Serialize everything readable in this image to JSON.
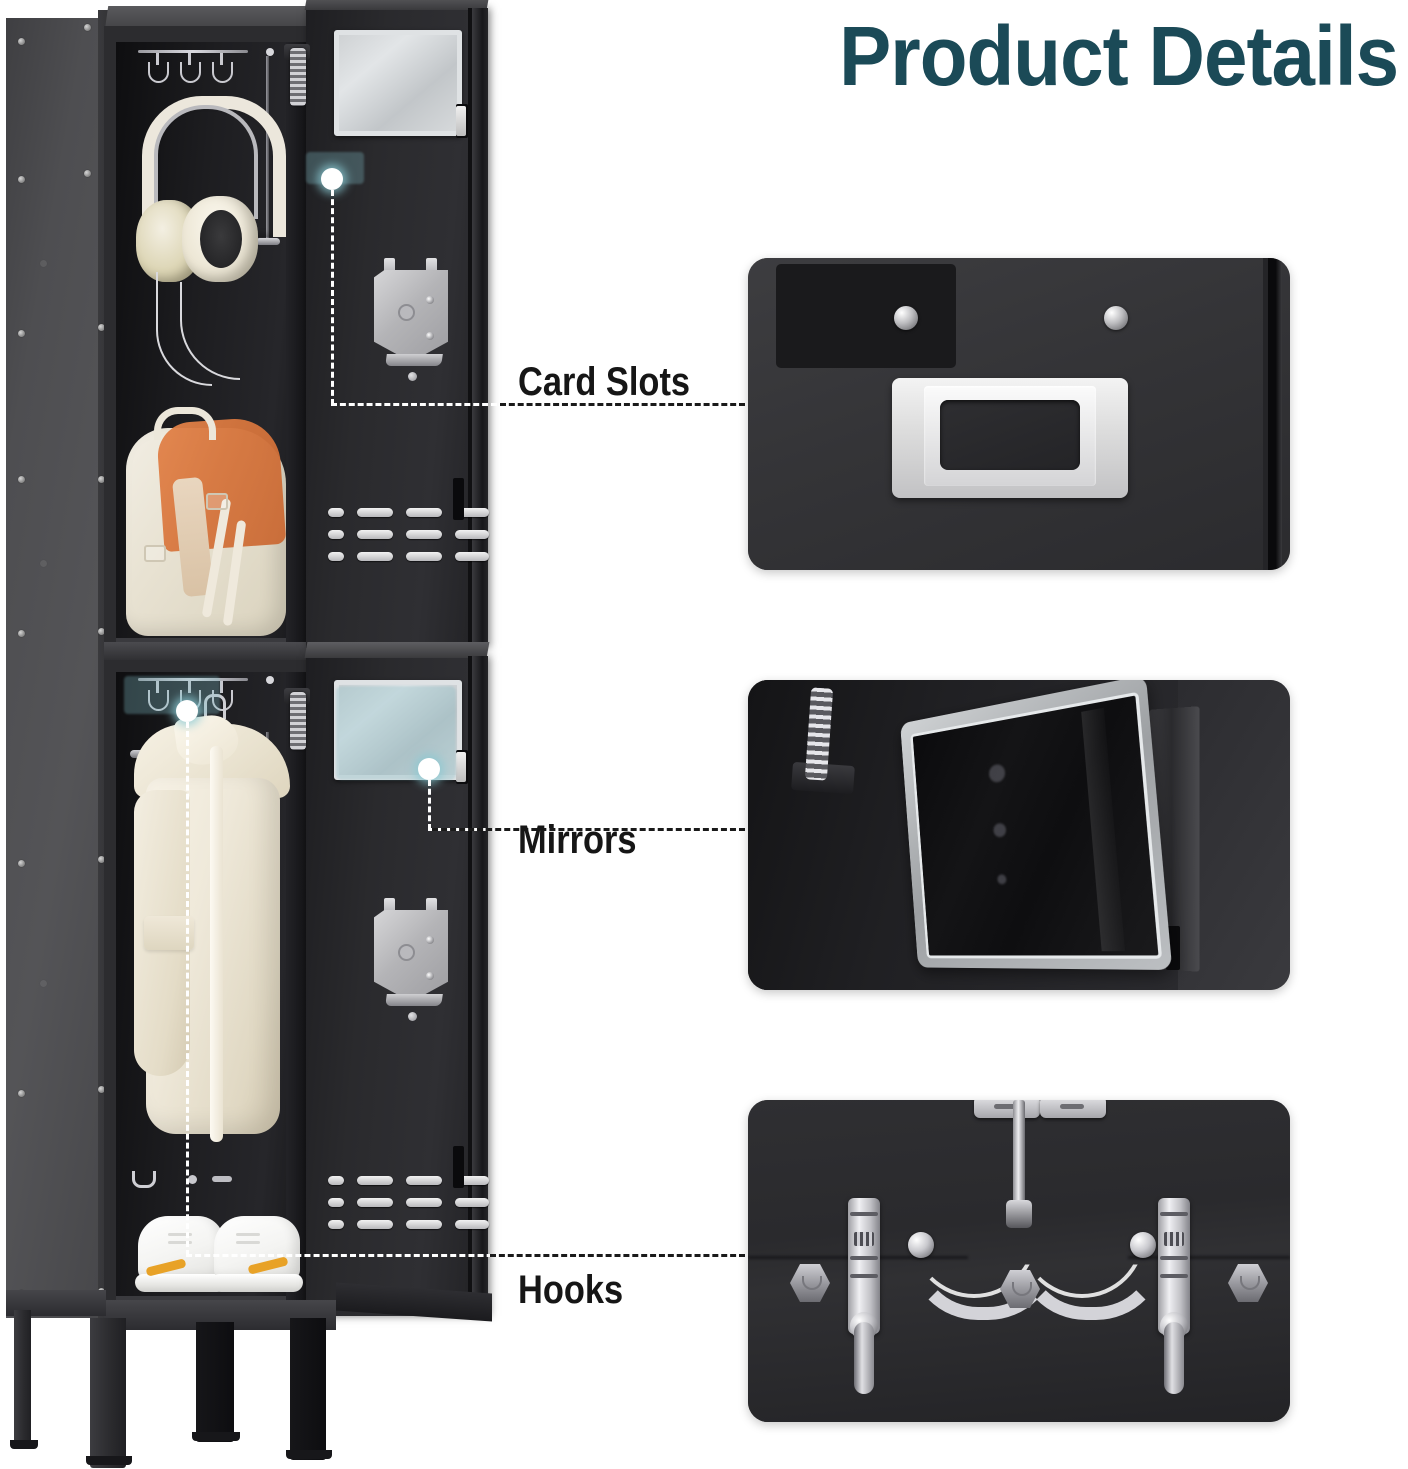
{
  "title": "Product Details",
  "colors": {
    "title_teal": "#1b4a57",
    "label_black": "#161616",
    "panel_dark": "#333336",
    "marker_glow_teal": "#7ebac4",
    "marker_dot": "#ffffff",
    "accent_orange": "#e8a227",
    "background": "#ffffff"
  },
  "features": [
    {
      "id": "card-slots",
      "label": "Card Slots",
      "marker_icon": "callout-dot-icon",
      "detail_photo": "card-slot-holder-photo"
    },
    {
      "id": "mirrors",
      "label": "Mirrors",
      "marker_icon": "callout-dot-icon",
      "detail_photo": "door-mirror-photo"
    },
    {
      "id": "hooks",
      "label": "Hooks",
      "marker_icon": "callout-dot-icon",
      "detail_photo": "chrome-hooks-photo"
    }
  ],
  "product": {
    "name": "two-tier-metal-storage-locker",
    "compartments": [
      {
        "id": "upper-compartment",
        "contents": [
          "headphones",
          "backpack"
        ],
        "door_features": [
          "mirror",
          "card-slot",
          "ventilation-slots"
        ]
      },
      {
        "id": "lower-compartment",
        "contents": [
          "jacket",
          "sneakers"
        ],
        "door_features": [
          "mirror",
          "card-slot",
          "ventilation-slots"
        ]
      }
    ],
    "legs": 4
  }
}
